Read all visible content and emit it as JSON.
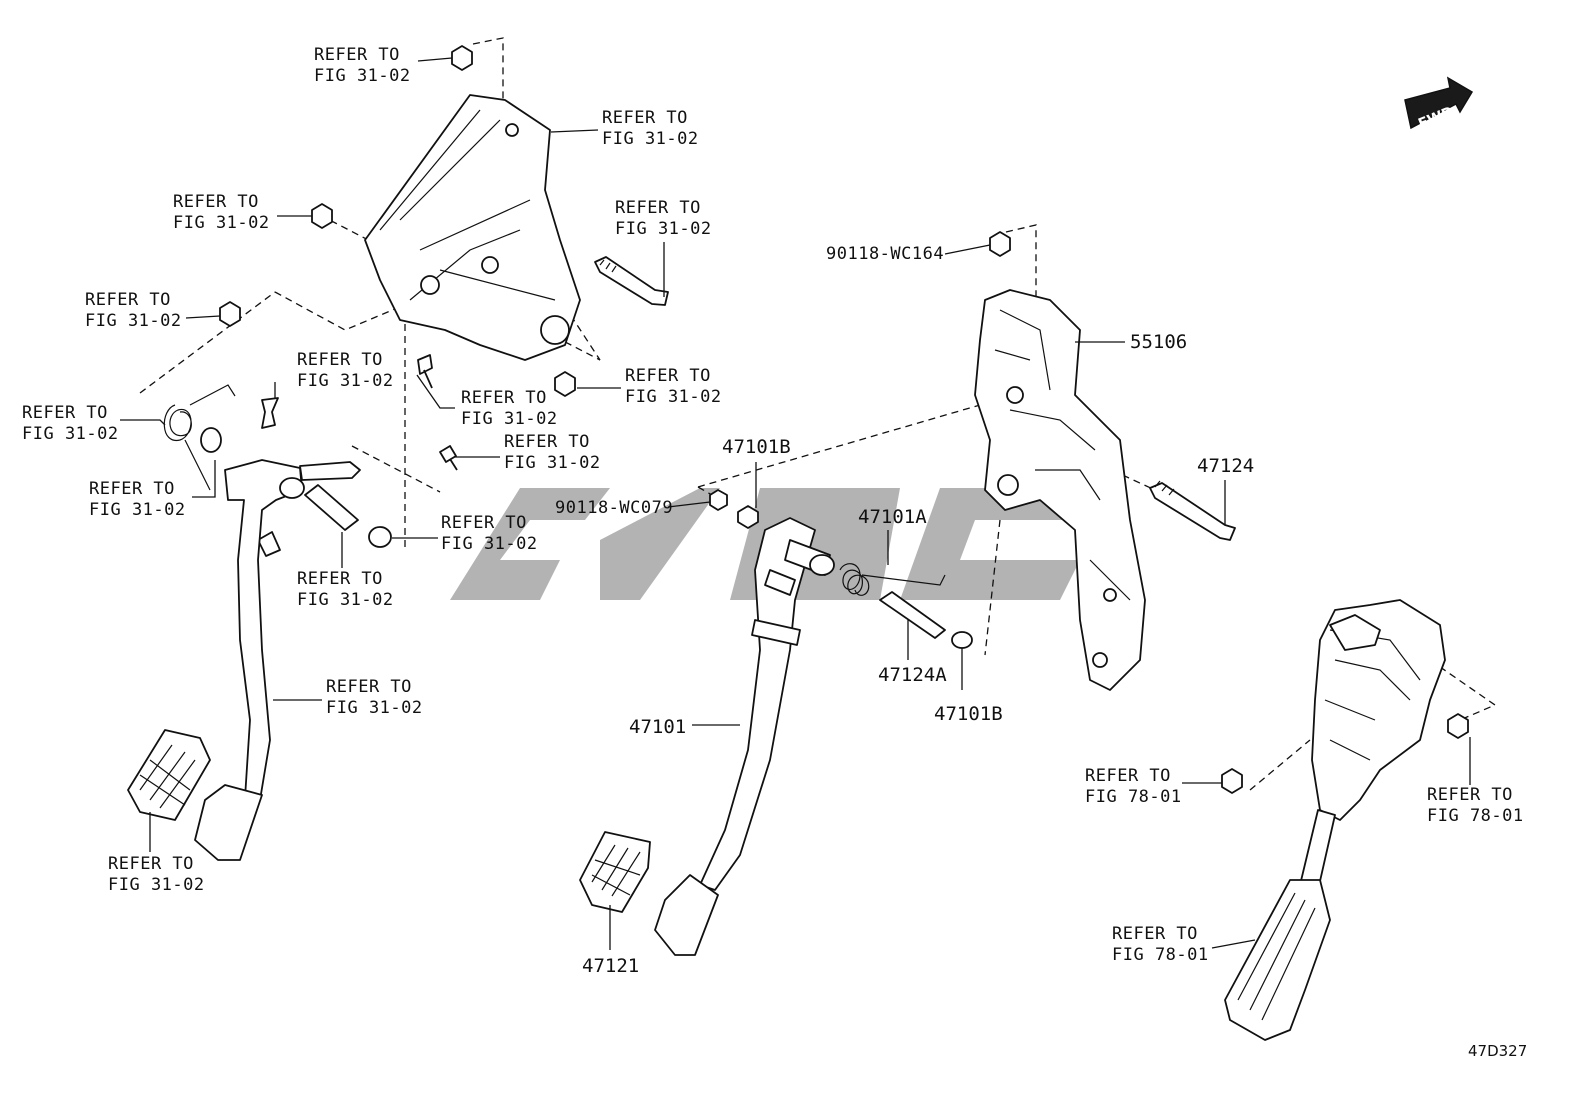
{
  "diagram": {
    "direction_arrow": "FWD",
    "figure_code": "47D327",
    "callouts": [
      {
        "id": "ref-top-nut",
        "lines": [
          "REFER TO",
          "FIG 31-02"
        ]
      },
      {
        "id": "ref-bracket-top",
        "lines": [
          "REFER TO",
          "FIG 31-02"
        ]
      },
      {
        "id": "ref-left-nut-1",
        "lines": [
          "REFER TO",
          "FIG 31-02"
        ]
      },
      {
        "id": "ref-bolt-top",
        "lines": [
          "REFER TO",
          "FIG 31-02"
        ]
      },
      {
        "id": "ref-left-nut-2",
        "lines": [
          "REFER TO",
          "FIG 31-02"
        ]
      },
      {
        "id": "ref-clip",
        "lines": [
          "REFER TO",
          "FIG 31-02"
        ]
      },
      {
        "id": "ref-spring",
        "lines": [
          "REFER TO",
          "FIG 31-02"
        ]
      },
      {
        "id": "ref-screw",
        "lines": [
          "REFER TO",
          "FIG 31-02"
        ]
      },
      {
        "id": "ref-nut-right",
        "lines": [
          "REFER TO",
          "FIG 31-02"
        ]
      },
      {
        "id": "ref-pin",
        "lines": [
          "REFER TO",
          "FIG 31-02"
        ]
      },
      {
        "id": "ref-bushing-left",
        "lines": [
          "REFER TO",
          "FIG 31-02"
        ]
      },
      {
        "id": "ref-bushing-right",
        "lines": [
          "REFER TO",
          "FIG 31-02"
        ]
      },
      {
        "id": "ref-collar",
        "lines": [
          "REFER TO",
          "FIG 31-02"
        ]
      },
      {
        "id": "ref-clutch-arm",
        "lines": [
          "REFER TO",
          "FIG 31-02"
        ]
      },
      {
        "id": "ref-clutch-pad",
        "lines": [
          "REFER TO",
          "FIG 31-02"
        ]
      },
      {
        "id": "ref-accel-nut-left",
        "lines": [
          "REFER TO",
          "FIG 78-01"
        ]
      },
      {
        "id": "ref-accel-nut-right",
        "lines": [
          "REFER TO",
          "FIG 78-01"
        ]
      },
      {
        "id": "ref-accel-pedal",
        "lines": [
          "REFER TO",
          "FIG 78-01"
        ]
      }
    ],
    "part_numbers": {
      "nut_top": "90118-WC164",
      "bracket": "55106",
      "bushing_b_top": "47101B",
      "nut_left": "90118-WC079",
      "spring": "47101A",
      "bolt": "47124",
      "collar": "47124A",
      "bushing_b_bottom": "47101B",
      "brake_pedal": "47101",
      "pedal_pad": "47121"
    }
  }
}
